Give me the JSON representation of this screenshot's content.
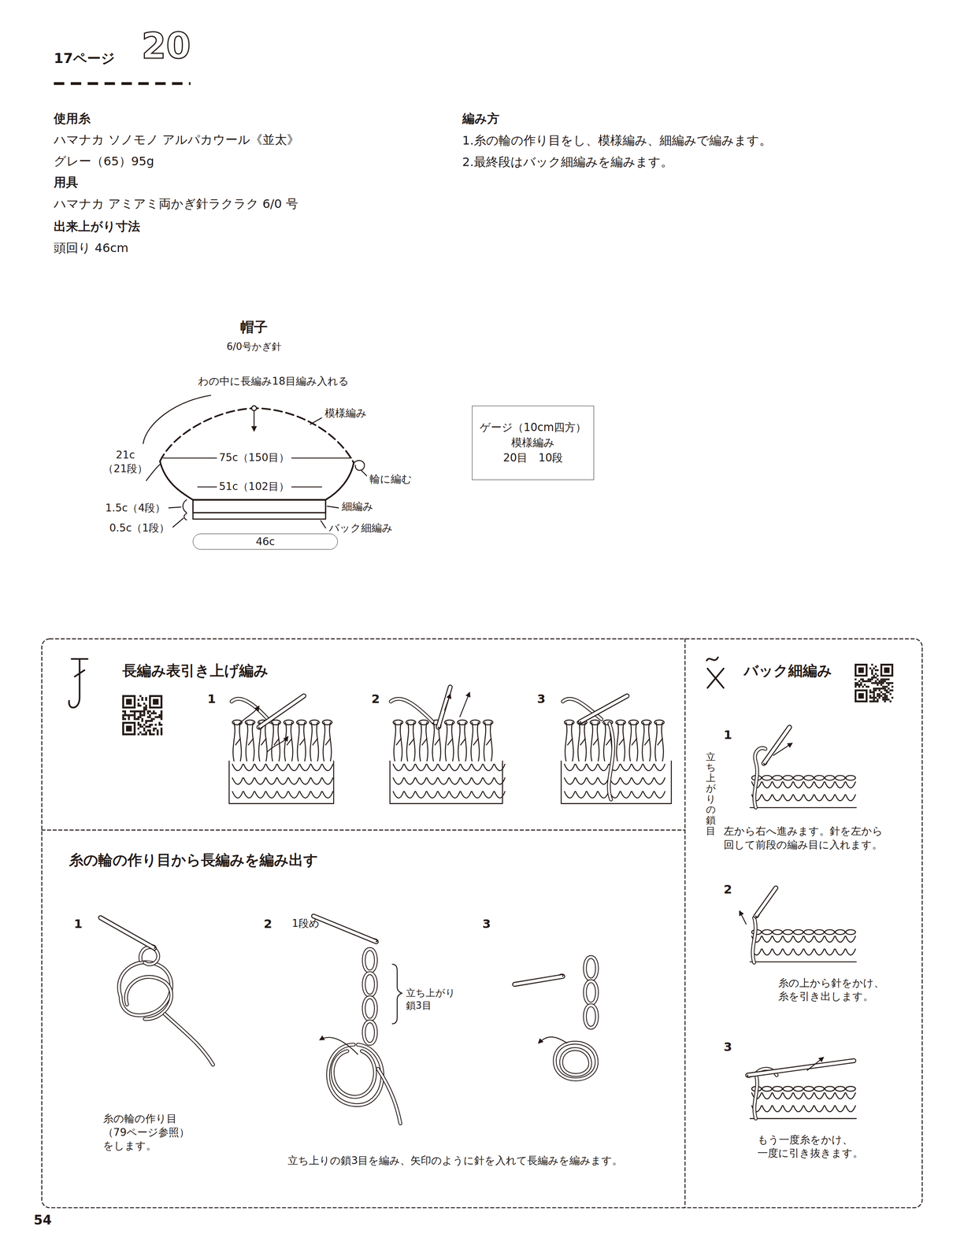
{
  "diagram": {
    "title": "20",
    "nodes": [
      {
        "text": [
          "ゲージ（10cm四方）",
          "模様編み",
          "20目　10段"
        ]
      },
      {
        "text": [
          "46c"
        ]
      },
      {
        "text": [
          "長編み表引き上げ編み"
        ]
      },
      {
        "text": [
          "糸の輪の作り目から長編みを編み出す"
        ]
      },
      {
        "text": [
          "バック細編み"
        ]
      }
    ],
    "labels": [
      "17ページ",
      "使用糸",
      "ハマナカ ソノモノ アルパカウール《並太》",
      "グレー（65）95g",
      "用具",
      "ハマナカ アミアミ両かぎ針ラクラク 6/0 号",
      "出来上がり寸法",
      "頭回り 46cm",
      "編み方",
      "1.糸の輪の作り目をし、模様編み、細編みで編みます。",
      "2.最終段はバック細編みを編みます。",
      "帽子",
      "6/0号かぎ針",
      "わの中に長編み18目編み入れる",
      "模様編み",
      "21c （21段）",
      "75c（150目）",
      "輪に編む",
      "51c（102目）",
      "1.5c（4段）",
      "細編み",
      "0.5c（1段）",
      "バック細編み",
      "1",
      "2",
      "3",
      "1",
      "2",
      "1段め",
      "3",
      "立ち上がり 鎖3目",
      "糸の輪の作り目 （79ページ参照） をします。",
      "立ち上りの鎖3目を編み、矢印のように針を入れて長編みを編みます。",
      "1",
      "立ち上がりの鎖目",
      "左から右へ進みます。針を左から 回して前段の編み目に入れます。",
      "2",
      "糸の上から針をかけ、 糸を引き出します。",
      "3",
      "もう一度糸をかけ、 一度に引き抜きます。",
      "54"
    ]
  }
}
